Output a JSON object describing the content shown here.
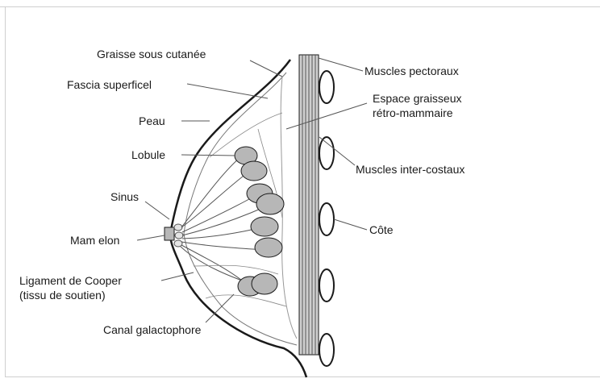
{
  "labels": {
    "graisse": "Graisse sous cutanée",
    "fascia": "Fascia superficel",
    "peau": "Peau",
    "lobule": "Lobule",
    "sinus": "Sinus",
    "mamelon": "Mam elon",
    "ligament_line1": "Ligament de Cooper",
    "ligament_line2": "(tissu de soutien)",
    "canal": "Canal galactophore",
    "muscles_pectoraux": "Muscles pectoraux",
    "espace_line1": "Espace graisseux",
    "espace_line2": "rétro-mammaire",
    "muscles_inter": "Muscles inter-costaux",
    "cote": "Côte"
  },
  "colors": {
    "stroke": "#1a1a1a",
    "lobule_fill": "#b7b7b7",
    "muscle_fill": "#9a9a9a",
    "leader": "#555555"
  }
}
